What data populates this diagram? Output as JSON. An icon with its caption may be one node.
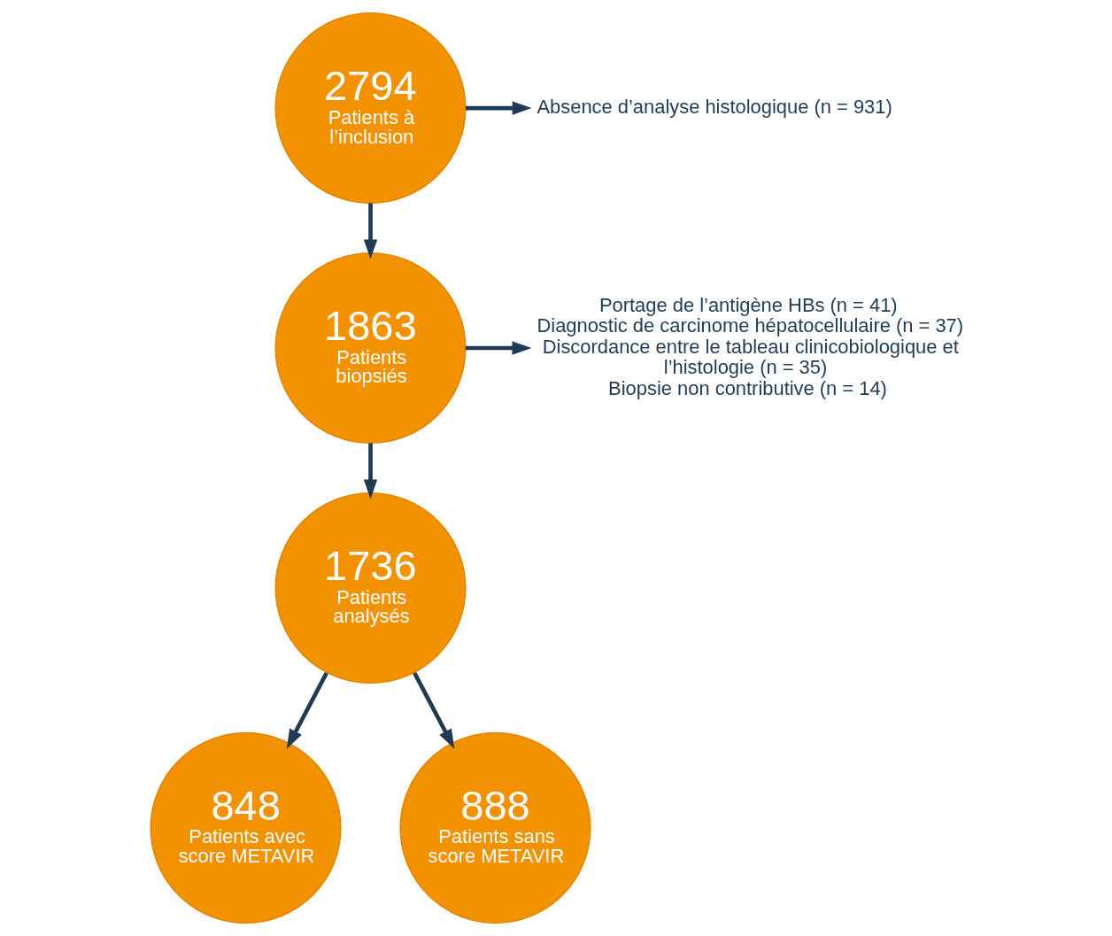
{
  "diagram": {
    "nodes": [
      {
        "text": [
          "2794",
          "Patients à l’inclusion"
        ]
      },
      {
        "text": [
          "Absence d’analyse histologique (n = 931)"
        ]
      },
      {
        "text": [
          "1863",
          "Patients biopsiés"
        ]
      },
      {
        "text": [
          "Portage de l’antigène HBs (n = 41)",
          "Diagnostic de carcinome hépatocellulaire (n = 37)",
          "Discordance entre le tableau clinicobiologique et l’histologie (n = 35)",
          "Biopsie non contributive (n = 14)"
        ]
      },
      {
        "text": [
          "1736",
          "Patients analysés"
        ]
      },
      {
        "text": [
          "848",
          "Patients avec score METAVIR"
        ]
      },
      {
        "text": [
          "888",
          "Patients sans score METAVIR"
        ]
      }
    ],
    "edges": [
      {
        "from": 0,
        "to": 2,
        "arrow": "to"
      },
      {
        "from": 0,
        "to": 1,
        "arrow": "to"
      },
      {
        "from": 2,
        "to": 4,
        "arrow": "to"
      },
      {
        "from": 2,
        "to": 3,
        "arrow": "to"
      },
      {
        "from": 4,
        "to": 5,
        "arrow": "to"
      },
      {
        "from": 4,
        "to": 6,
        "arrow": "to"
      }
    ]
  }
}
